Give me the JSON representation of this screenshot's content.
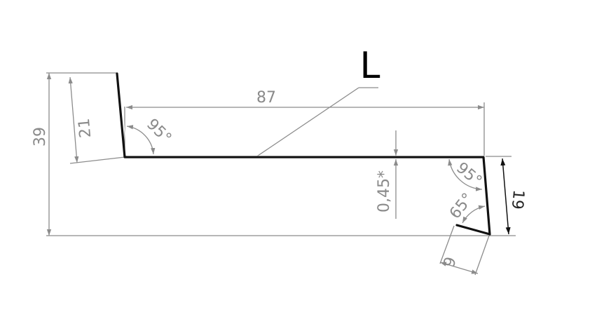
{
  "profile": {
    "label": "L"
  },
  "dimensions": {
    "total_height": "39",
    "left_flange": "21",
    "width": "87",
    "left_angle": "95°",
    "thickness": "0,45*",
    "right_angle": "95°",
    "right_flange": "19",
    "hem_angle": "65°",
    "hem_length": "9"
  },
  "colors": {
    "profile_line": "#111111",
    "dimension_line": "#8c8c8c",
    "background": "#ffffff"
  }
}
